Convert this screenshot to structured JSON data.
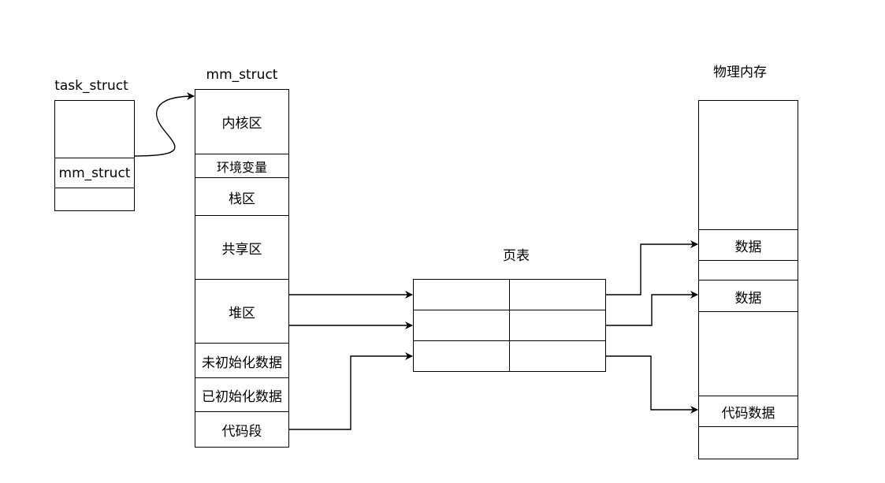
{
  "task_struct": {
    "title": "task_struct",
    "field": "mm_struct"
  },
  "mm_struct": {
    "title": "mm_struct",
    "sections": [
      "内核区",
      "环境变量",
      "栈区",
      "共享区",
      "堆区",
      "未初始化数据",
      "已初始化数据",
      "代码段"
    ]
  },
  "page_table": {
    "title": "页表"
  },
  "physical_memory": {
    "title": "物理内存",
    "blocks": [
      "数据",
      "数据",
      "代码数据"
    ]
  }
}
